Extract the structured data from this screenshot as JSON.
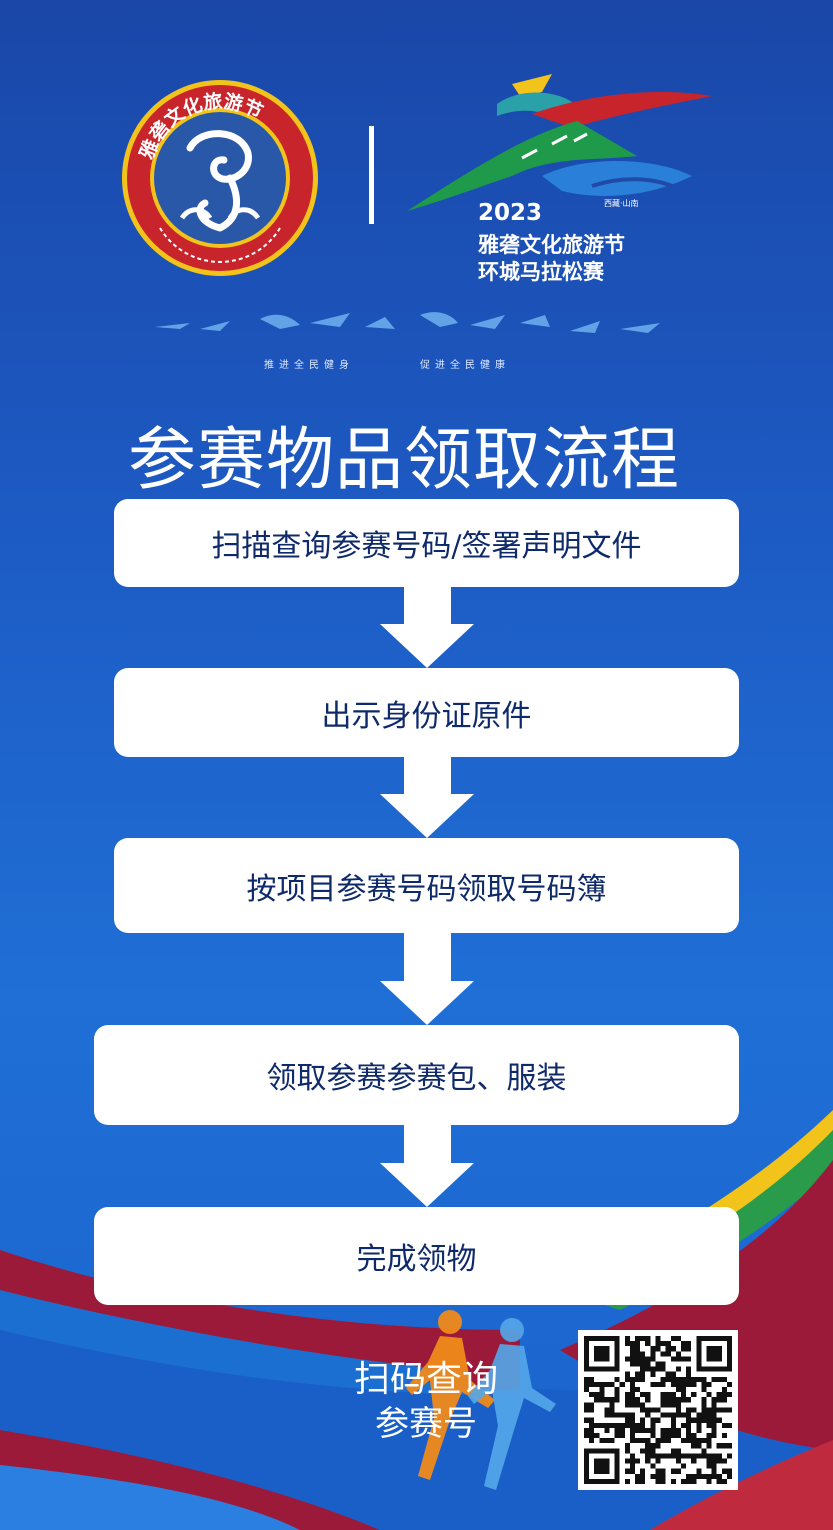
{
  "header": {
    "logo_year": "2023",
    "logo_line1": "雅砻文化旅游节",
    "logo_line2": "环城马拉松赛",
    "logo_place": "西藏·山南",
    "seal_text": "雅砻文化旅游节",
    "slogan_left": "推进全民健身",
    "slogan_right": "促进全民健康"
  },
  "title": "参赛物品领取流程",
  "steps": [
    {
      "label": "扫描查询参赛号码/签署声明文件"
    },
    {
      "label": "出示身份证原件"
    },
    {
      "label": "按项目参赛号码领取号码簿"
    },
    {
      "label": "领取参赛参赛包、服装"
    },
    {
      "label": "完成领物"
    }
  ],
  "footer": {
    "scan_line1": "扫码查询",
    "scan_line2": "参赛号"
  },
  "colors": {
    "background_top": "#1a47a8",
    "background_bottom": "#1f6fd6",
    "wave_red": "#9b1a3a",
    "step_text": "#0f2a6a",
    "seal_red": "#c8242b",
    "seal_gold": "#f2c31a"
  },
  "icons": [
    "seal-logo",
    "marathon-logo-icon",
    "birds-decoration",
    "runners-silhouette",
    "qr-code",
    "down-arrow-icon"
  ]
}
